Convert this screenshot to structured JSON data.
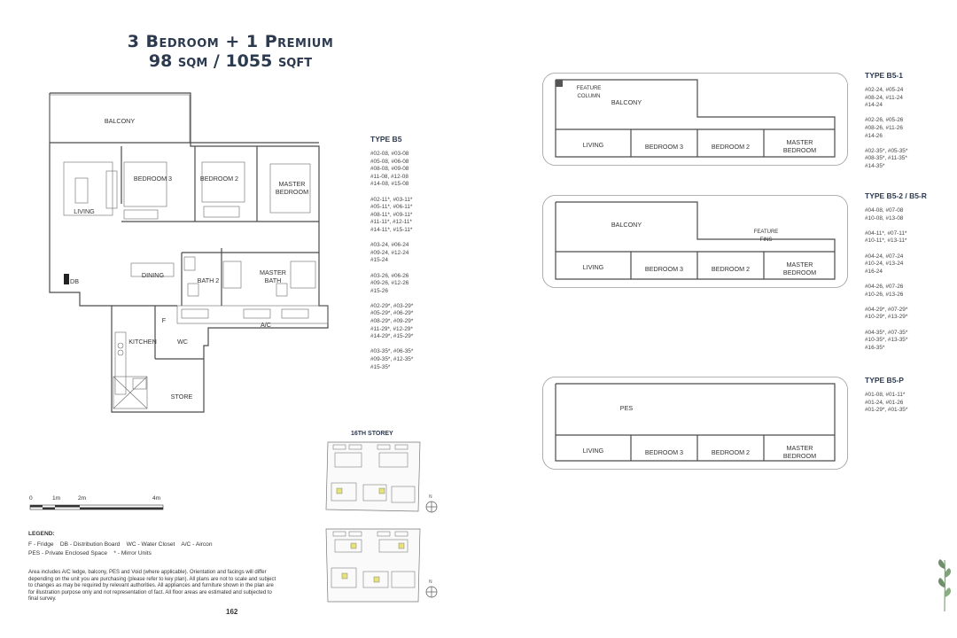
{
  "header": {
    "title_line1": "3 Bedroom + 1 Premium",
    "title_line2": "98 sqm / 1055 sqft"
  },
  "main_plan": {
    "rooms": {
      "balcony": "BALCONY",
      "living": "LIVING",
      "bedroom3": "BEDROOM 3",
      "bedroom2": "BEDROOM 2",
      "master_bedroom": "MASTER BEDROOM",
      "dining": "DINING",
      "bath2": "BATH 2",
      "master_bath": "MASTER BATH",
      "ac": "A/C",
      "kitchen": "KITCHEN",
      "wc": "WC",
      "store": "STORE",
      "db": "DB",
      "fridge": "F"
    }
  },
  "type_b5": {
    "heading": "TYPE B5",
    "units": "#02-08, #03-08\n#05-08, #06-08\n#08-08, #09-08\n#11-08, #12-08\n#14-08, #15-08\n\n#02-11*, #03-11*\n#05-11*, #06-11*\n#08-11*, #09-11*\n#11-11*, #12-11*\n#14-11*, #15-11*\n\n#03-24, #06-24\n#09-24, #12-24\n#15-24\n\n#03-26, #06-26\n#09-26, #12-26\n#15-26\n\n#02-29*, #03-29*\n#05-29*, #06-29*\n#08-29*, #09-29*\n#11-29*, #12-29*\n#14-29*, #15-29*\n\n#03-35*, #06-35*\n#09-35*, #12-35*\n#15-35*"
  },
  "variants": [
    {
      "heading": "TYPE B5-1",
      "units": "#02-24, #05-24\n#08-24, #11-24\n#14-24\n\n#02-26, #05-26\n#08-26, #11-26\n#14-26\n\n#02-35*, #05-35*\n#08-35*, #11-35*\n#14-35*",
      "rooms": [
        "LIVING",
        "BEDROOM 3",
        "BEDROOM 2",
        "MASTER BEDROOM"
      ],
      "top_label": "BALCONY",
      "note": "FEATURE COLUMN"
    },
    {
      "heading": "TYPE B5-2 / B5-R",
      "units": "#04-08, #07-08\n#10-08, #13-08\n\n#04-11*, #07-11*\n#10-11*, #13-11*\n\n#04-24, #07-24\n#10-24, #13-24\n#16-24\n\n#04-26, #07-26\n#10-26, #13-26\n\n#04-29*, #07-29*\n#10-29*, #13-29*\n\n#04-35*, #07-35*\n#10-35*, #13-35*\n#16-35*",
      "rooms": [
        "LIVING",
        "BEDROOM 3",
        "BEDROOM 2",
        "MASTER BEDROOM"
      ],
      "top_label": "BALCONY",
      "note": "FEATURE FINS"
    },
    {
      "heading": "TYPE B5-P",
      "units": "#01-08, #01-11*\n#01-24, #01-26\n#01-29*, #01-35*",
      "rooms": [
        "LIVING",
        "BEDROOM 3",
        "BEDROOM 2",
        "MASTER BEDROOM"
      ],
      "top_label": "PES",
      "note": ""
    }
  ],
  "keyplan": {
    "heading": "16TH STOREY"
  },
  "scale": {
    "labels": [
      "0",
      "1m",
      "2m",
      "4m"
    ]
  },
  "legend": {
    "heading": "LEGEND:",
    "line1": "F - Fridge    DB - Distribution Board    WC - Water Closet    A/C - Aircon",
    "line2": "PES - Private Enclosed Space    * - Mirror Units"
  },
  "disclaimer": "Area includes A/C ledge, balcony, PES and Void (where applicable). Orientation and facings will differ depending on the unit you are purchasing (please refer to key plan). All plans are not to scale and subject to changes as may be required by relevant authorities. All appliances and furniture shown in the plan are for illustration purpose only and not representation of fact. All floor areas are estimated and subjected to final survey.",
  "page_number": "162",
  "colors": {
    "title": "#2c3a4f",
    "wall": "#4a4a4a",
    "highlight": "#e8e27a",
    "leaf": "#6f8f6a"
  }
}
